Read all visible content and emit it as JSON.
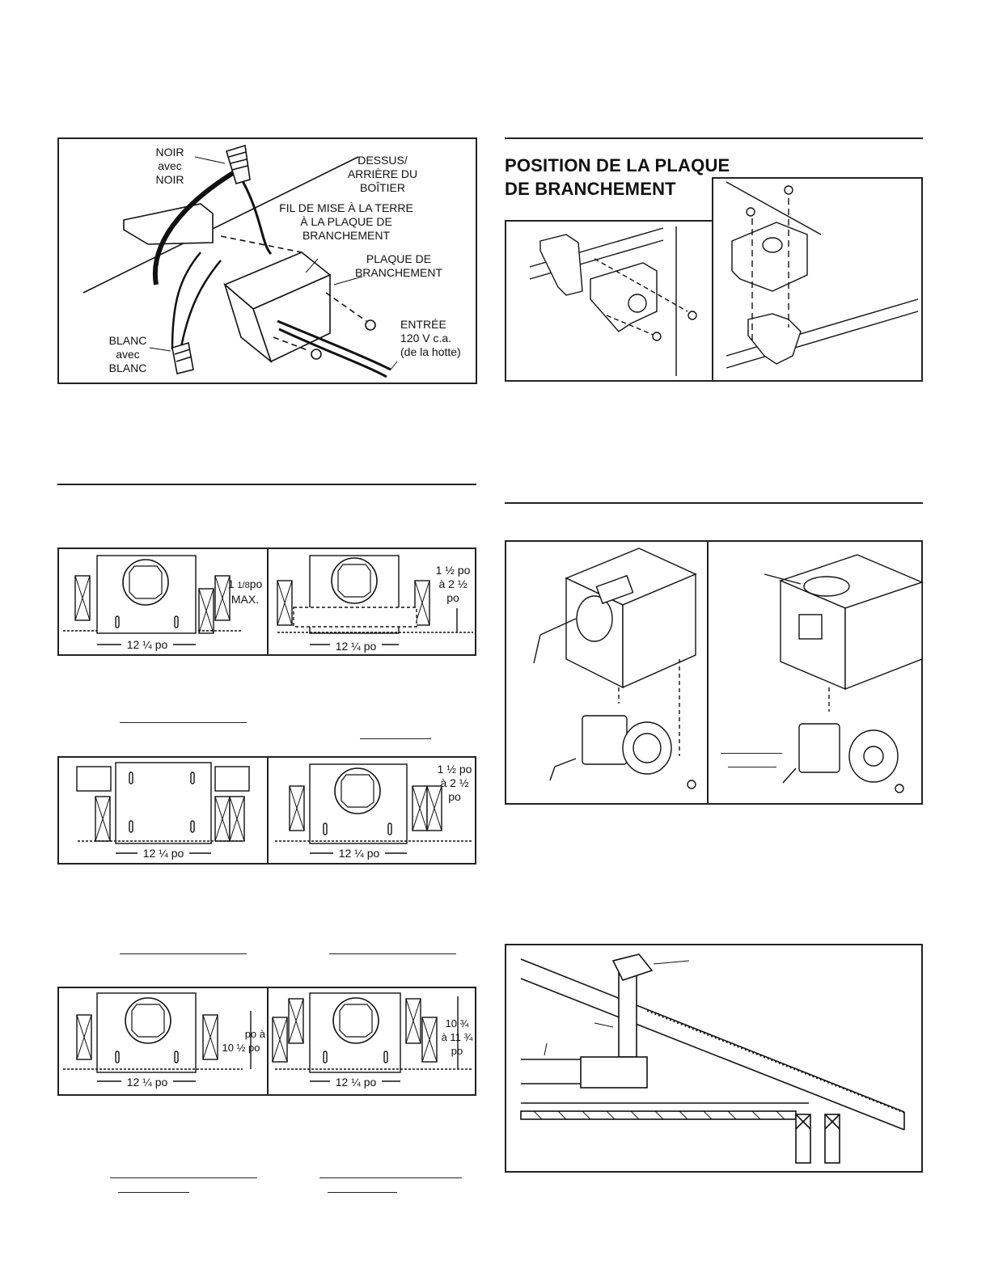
{
  "wiring": {
    "noir": [
      "NOIR",
      "avec",
      "NOIR"
    ],
    "dessus": [
      "DESSUS/",
      "ARRIÈRE DU",
      "BOÎTIER"
    ],
    "fil": [
      "FIL DE MISE À LA TERRE",
      "À LA PLAQUE DE",
      "BRANCHEMENT"
    ],
    "plaque": [
      "PLAQUE DE",
      "BRANCHEMENT"
    ],
    "entree": [
      "ENTRÉE",
      "120 V c.a.",
      "(de la hotte)"
    ],
    "blanc": [
      "BLANC",
      "avec",
      "BLANC"
    ]
  },
  "position_heading": [
    "POSITION DE LA PLAQUE",
    "DE BRANCHEMENT"
  ],
  "dims": {
    "w": "12 ¼ po",
    "max_num": "1",
    "max_frac": "1/8",
    "max_unit": "po",
    "max_word": "MAX.",
    "range_a": [
      "1 ½ po",
      "à 2 ½",
      "po"
    ],
    "range_b": [
      "1 ½ po",
      "à 2 ½",
      "po"
    ],
    "range_c": [
      "po à",
      "10 ½ po"
    ],
    "range_d": [
      "10 ¾",
      "à 11 ¾",
      "po"
    ]
  }
}
